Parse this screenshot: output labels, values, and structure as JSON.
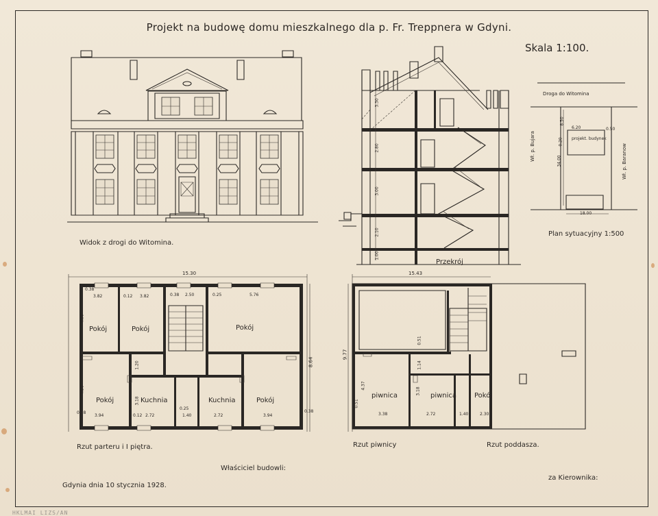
{
  "sheet": {
    "title": "Projekt na budowę domu mieszkalnego dla p. Fr. Treppnera w Gdyni.",
    "scale": "Skala 1:100.",
    "date_line": "Gdynia dnia 10 stycznia 1928.",
    "owner_label": "Właściciel budowli:",
    "signature_label": "za Kierownika:",
    "archive_mark": "HKLMAI LIZS/AN"
  },
  "views": {
    "elevation": {
      "caption": "Widok z drogi do Witomina."
    },
    "section": {
      "caption": "Przekrój",
      "dims": [
        "3.30",
        "2.80",
        "3.00",
        "2.10",
        "1.00"
      ]
    },
    "site_plan": {
      "caption": "Plan sytuacyjny 1:500",
      "road_top": "Droga do Witomina",
      "road_left": "Wł. p. Bujara",
      "road_right": "Wł. p. Baranow",
      "plot_label": "projekt. budynek",
      "dims": [
        "8.50",
        "0.50",
        "6.20",
        "0.20",
        "34.00",
        "18.00"
      ]
    },
    "ground_plan": {
      "caption": "Rzut parteru i I piętra.",
      "total_width": "15.30",
      "total_depth": "8.64",
      "room_labels": [
        "Pokój",
        "Pokój",
        "Pokój",
        "Pokój",
        "Kuchnia",
        "Kuchnia",
        "Pokój"
      ],
      "dims": [
        "0.38",
        "3.82",
        "0.12",
        "3.82",
        "0.38",
        "2.50",
        "0.25",
        "5.76",
        "4.00",
        "1.20",
        "4.50",
        "3.18",
        "3.94",
        "2.72",
        "1.40",
        "2.72",
        "3.94",
        "0.12",
        "0.25",
        "0.38",
        "0.38"
      ]
    },
    "basement_plan": {
      "caption": "Rzut piwnicy",
      "total_width": "15.43",
      "total_depth": "9.77",
      "room_labels": [
        "piwnica",
        "piwnica",
        "Pokój"
      ],
      "dims": [
        "0.51",
        "4.37",
        "3.38",
        "2.72",
        "1.40",
        "2.30",
        "3.18",
        "1.14",
        "0.51"
      ]
    },
    "attic_plan": {
      "caption": "Rzut poddasza."
    }
  },
  "colors": {
    "paper": "#efe6d6",
    "ink": "#2a2724",
    "stain": "#c97b3a"
  }
}
